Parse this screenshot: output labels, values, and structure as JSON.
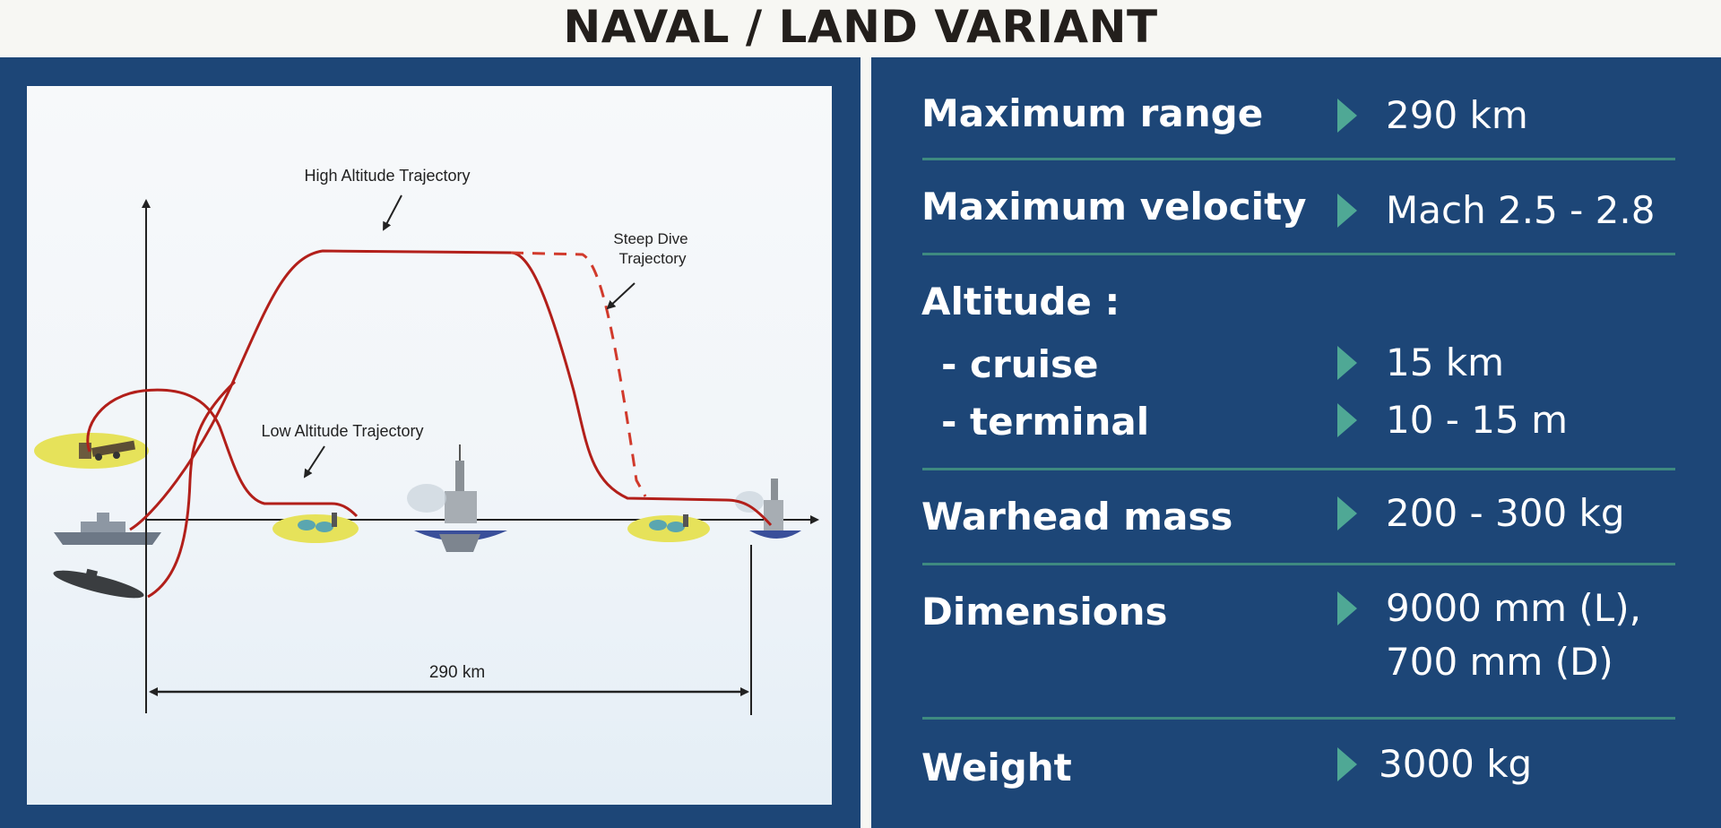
{
  "title": "NAVAL / LAND VARIANT",
  "diagram": {
    "high_altitude_label": "High Altitude Trajectory",
    "steep_dive_label_line1": "Steep Dive",
    "steep_dive_label_line2": "Trajectory",
    "low_altitude_label": "Low Altitude Trajectory",
    "range_label": "290 km",
    "colors": {
      "trajectory": "#b21f1a",
      "axis": "#222222",
      "target_zone": "#e6e25a"
    }
  },
  "specs": {
    "max_range": {
      "label": "Maximum range",
      "value": "290 km"
    },
    "max_velocity": {
      "label": "Maximum velocity",
      "value": "Mach 2.5 - 2.8"
    },
    "altitude": {
      "label": "Altitude :",
      "cruise_label": "- cruise",
      "cruise_value": "15 km",
      "terminal_label": "- terminal",
      "terminal_value": "10 - 15 m"
    },
    "warhead_mass": {
      "label": "Warhead mass",
      "value": "200 - 300 kg"
    },
    "dimensions": {
      "label": "Dimensions",
      "value_line1": "9000 mm (L),",
      "value_line2": "700 mm (D)"
    },
    "weight": {
      "label": "Weight",
      "value": "3000 kg"
    }
  },
  "colors": {
    "panel_bg": "#1d4677",
    "accent": "#4fa895",
    "divider": "#3e8a80"
  }
}
